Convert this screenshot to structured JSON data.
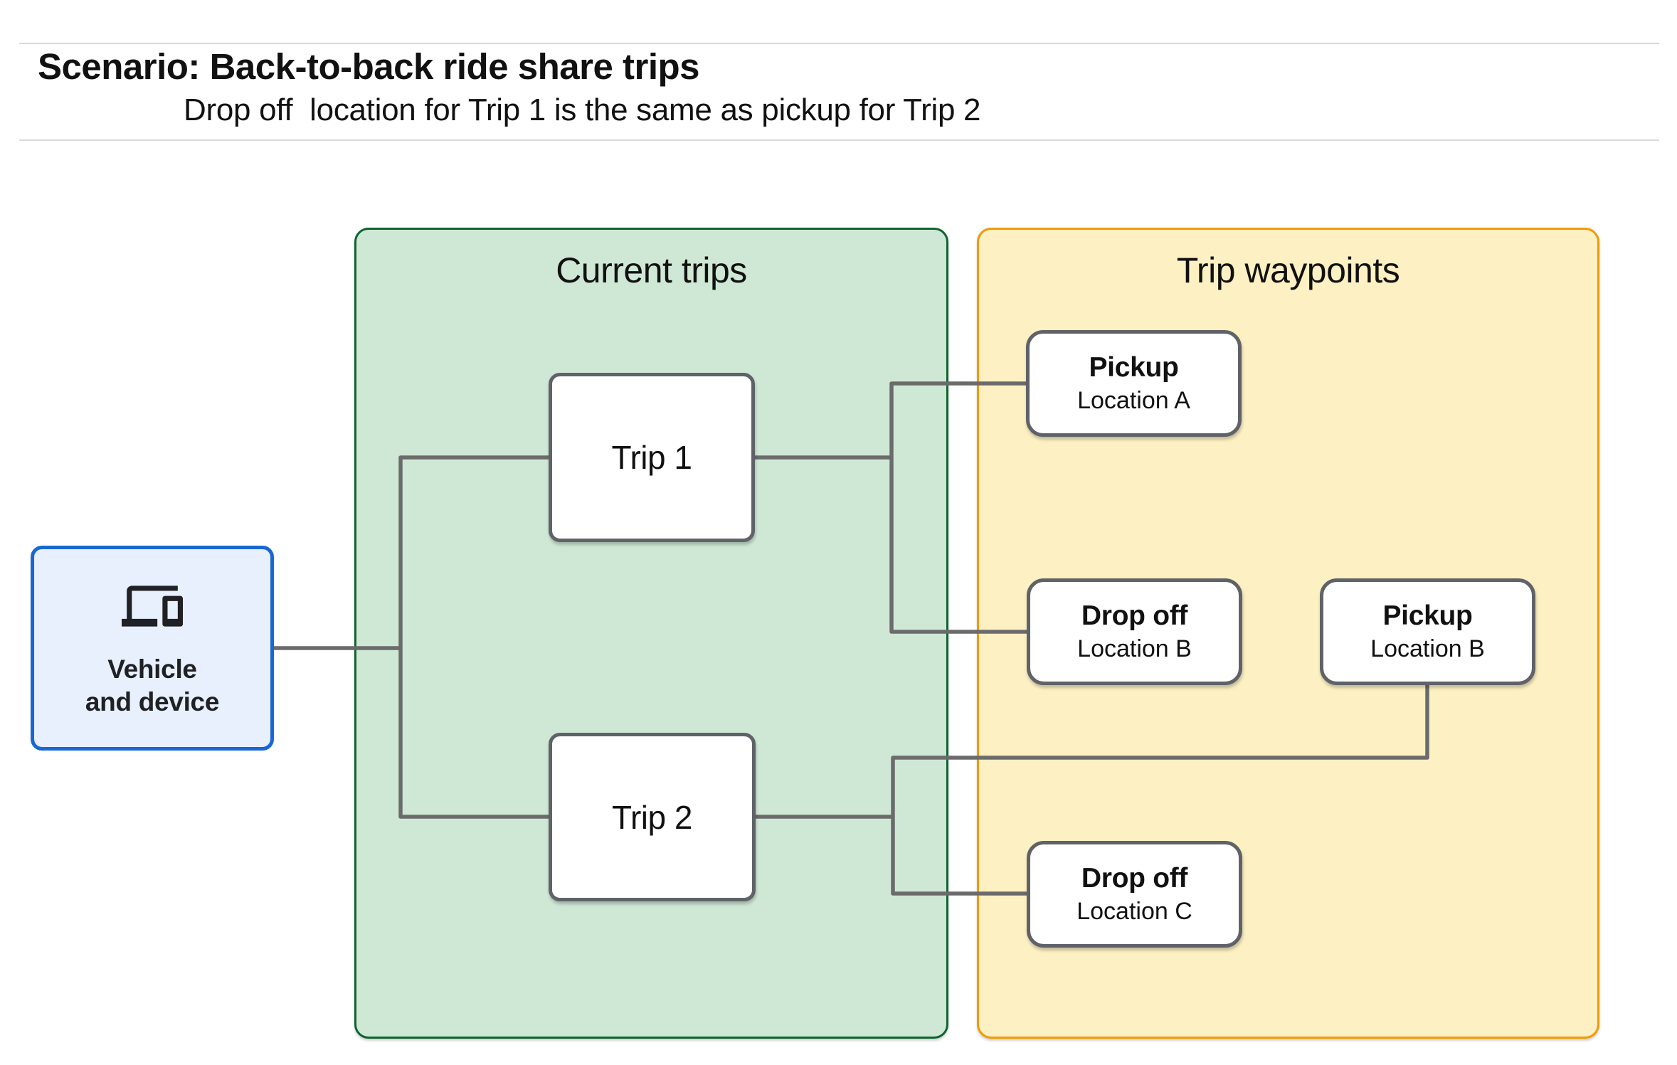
{
  "header": {
    "title": "Scenario: Back-to-back ride share trips",
    "subtitle": "Drop off  location for Trip 1 is the same as pickup for Trip 2"
  },
  "vehicle_box": {
    "icon": "devices-icon",
    "line1": "Vehicle",
    "line2": "and device"
  },
  "panels": {
    "current_trips": {
      "title": "Current trips",
      "trips": [
        {
          "label": "Trip 1"
        },
        {
          "label": "Trip 2"
        }
      ]
    },
    "trip_waypoints": {
      "title": "Trip waypoints",
      "waypoints": [
        {
          "title": "Pickup",
          "subtitle": "Location A"
        },
        {
          "title": "Drop off",
          "subtitle": "Location B"
        },
        {
          "title": "Pickup",
          "subtitle": "Location B"
        },
        {
          "title": "Drop off",
          "subtitle": "Location C"
        }
      ]
    }
  },
  "colors": {
    "vehicle_fill": "#e8f0fe",
    "vehicle_border": "#1967d2",
    "current_trips_fill": "#cfe8d6",
    "current_trips_border": "#0d652d",
    "trip_waypoints_fill": "#fdf0c3",
    "trip_waypoints_border": "#f29900",
    "node_border": "#5f6368",
    "connector": "#6b6b6b",
    "rule": "#d9d9d9"
  }
}
